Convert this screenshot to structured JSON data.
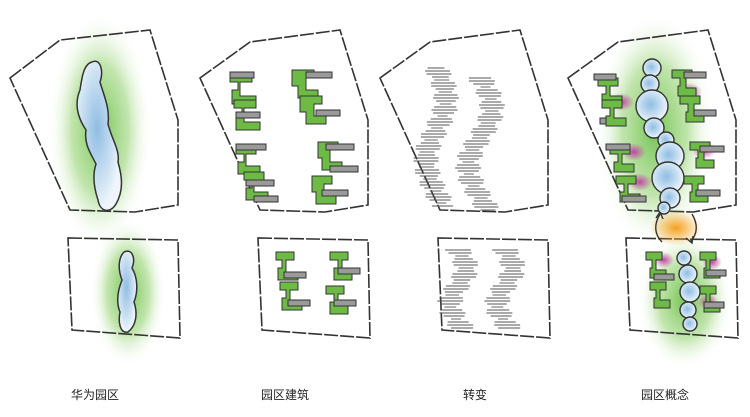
{
  "panels": [
    {
      "id": "huawei-campus",
      "caption": "华为园区"
    },
    {
      "id": "campus-buildings",
      "caption": "园区建筑"
    },
    {
      "id": "transformation",
      "caption": "转变"
    },
    {
      "id": "campus-concept",
      "caption": "园区概念"
    }
  ],
  "colors": {
    "outline": "#333333",
    "green_glow": "#6cc04a",
    "bubble_fill": "#cfe3f3",
    "bubble_core": "#8fbde3",
    "building_green": "#6dbb45",
    "building_gray": "#9a9a9a",
    "magenta": "#c43fa6",
    "orange": "#f4a21f",
    "hatch": "#555555"
  }
}
